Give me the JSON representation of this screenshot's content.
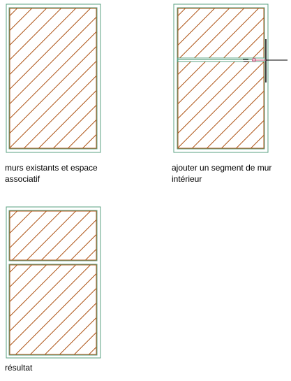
{
  "panels": [
    {
      "caption_line1": "murs existants et espace",
      "caption_line2": "associatif"
    },
    {
      "caption_line1": "ajouter un segment de mur",
      "caption_line2": "intérieur"
    },
    {
      "caption_line1": "résultat"
    }
  ],
  "colors": {
    "wall": "#5aa080",
    "hatch": "#b0581c",
    "cursor": "#000000",
    "marker": "#c8507a"
  }
}
